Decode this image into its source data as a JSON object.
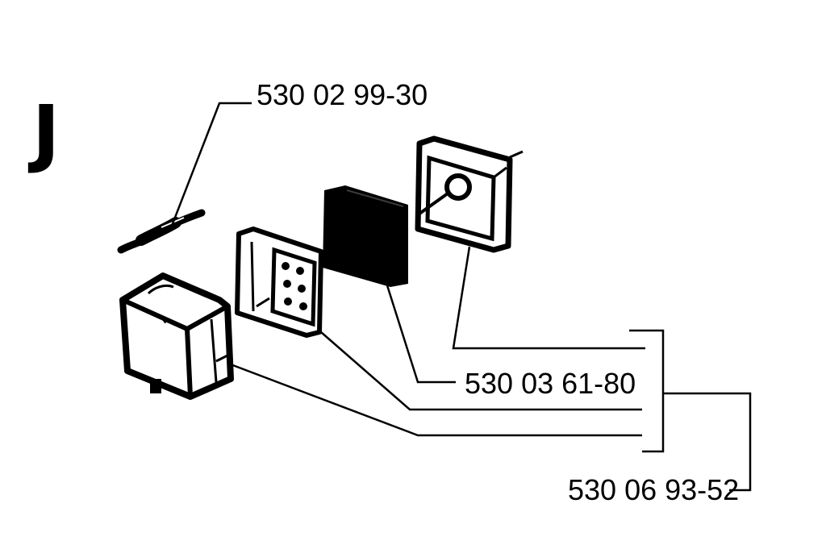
{
  "section": {
    "letter": "J"
  },
  "parts": {
    "p1": "530 02 99-30",
    "p2": "530 03 61-80",
    "p3": "530 06 93-52"
  }
}
